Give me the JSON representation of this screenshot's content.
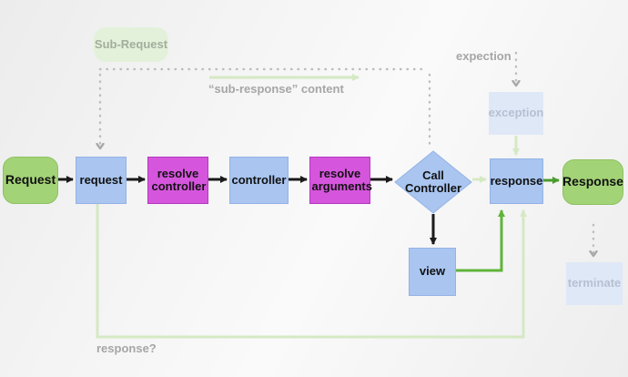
{
  "diagram": {
    "title_hint": "HTTP kernel request/response flow",
    "nodes": {
      "request_terminal": {
        "label": "Request"
      },
      "request": {
        "label": "request"
      },
      "resolve_controller": {
        "label": "resolve controller"
      },
      "controller": {
        "label": "controller"
      },
      "resolve_arguments": {
        "label": "resolve arguments"
      },
      "call_controller": {
        "label": "Call Controller"
      },
      "response": {
        "label": "response"
      },
      "response_terminal": {
        "label": "Response"
      },
      "view": {
        "label": "view"
      },
      "sub_request": {
        "label": "Sub-Request"
      },
      "exception": {
        "label": "exception"
      },
      "terminate": {
        "label": "terminate"
      }
    },
    "annotations": {
      "expection": "expection",
      "sub_response_content": "“sub-response” content",
      "response_question": "response?"
    },
    "colors": {
      "terminal_green": "#a3d377",
      "node_blue": "#a9c5f0",
      "node_magenta": "#d655dd",
      "faded_green": "#e4f1da",
      "faded_blue": "#dfe8f7",
      "arrow_black": "#1a1a1a",
      "arrow_green_dark": "#4a9b2f",
      "arrow_green_mid": "#5fb43a",
      "arrow_green_pale": "#d5e9c4",
      "dotted_gray": "#bdbdbd",
      "note_gray": "#a6a6a6"
    }
  }
}
